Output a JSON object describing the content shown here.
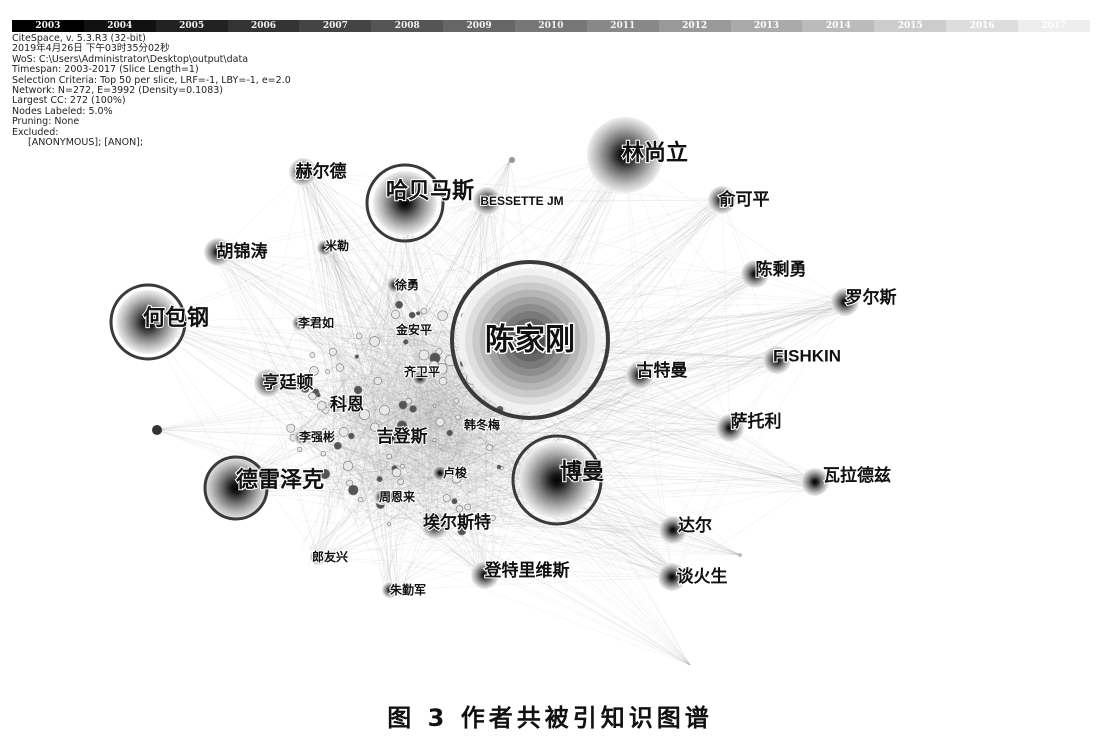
{
  "timeline": {
    "years": [
      "2003",
      "2004",
      "2005",
      "2006",
      "2007",
      "2008",
      "2009",
      "2010",
      "2011",
      "2012",
      "2013",
      "2014",
      "2015",
      "2016",
      "2017"
    ]
  },
  "info": {
    "lines": [
      "CiteSpace, v. 5.3.R3 (32-bit)",
      "2019年4月26日 下午03时35分02秒",
      "WoS: C:\\Users\\Administrator\\Desktop\\output\\data",
      "Timespan: 2003-2017 (Slice Length=1)",
      "Selection Criteria: Top 50 per slice, LRF=-1, LBY=-1, e=2.0",
      "Network: N=272, E=3992 (Density=0.1083)",
      "Largest CC: 272 (100%)",
      "Nodes Labeled: 5.0%",
      "Pruning: None",
      "Excluded:",
      "[ANONYMOUS]; [ANON];"
    ]
  },
  "network": {
    "nodes": [
      {
        "id": "chenjiagang",
        "label": "陈家刚",
        "size": "xl",
        "ring": true,
        "label_size": "xl"
      },
      {
        "id": "linshangli",
        "label": "林尚立",
        "size": "l",
        "ring": false,
        "label_size": "l"
      },
      {
        "id": "boman",
        "label": "博曼",
        "size": "l",
        "ring": true,
        "label_size": "l"
      },
      {
        "id": "habermas",
        "label": "哈贝马斯",
        "size": "m",
        "ring": true,
        "label_size": "l"
      },
      {
        "id": "hebaogang",
        "label": "何包钢",
        "size": "m",
        "ring": true,
        "label_size": "l"
      },
      {
        "id": "dreizek",
        "label": "德雷泽克",
        "size": "m",
        "ring": true,
        "label_size": "l"
      },
      {
        "id": "bessette",
        "label": "BESSETTE JM",
        "size": "s",
        "ring": false,
        "label_size": "s"
      },
      {
        "id": "yukeping",
        "label": "俞可平",
        "size": "s",
        "ring": false,
        "label_size": "m"
      },
      {
        "id": "chenshengyong",
        "label": "陈剩勇",
        "size": "s",
        "ring": false,
        "label_size": "m"
      },
      {
        "id": "rawls",
        "label": "罗尔斯",
        "size": "s",
        "ring": false,
        "label_size": "m"
      },
      {
        "id": "fishkin",
        "label": "FISHKIN",
        "size": "s",
        "ring": false,
        "label_size": "m"
      },
      {
        "id": "gutmann",
        "label": "古特曼",
        "size": "s",
        "ring": false,
        "label_size": "m"
      },
      {
        "id": "sartori",
        "label": "萨托利",
        "size": "s",
        "ring": false,
        "label_size": "m"
      },
      {
        "id": "walzer",
        "label": "瓦拉德兹",
        "size": "s",
        "ring": false,
        "label_size": "m"
      },
      {
        "id": "dahl",
        "label": "达尔",
        "size": "s",
        "ring": false,
        "label_size": "m"
      },
      {
        "id": "tanhuosheng",
        "label": "谈火生",
        "size": "s",
        "ring": false,
        "label_size": "m"
      },
      {
        "id": "dengtelis",
        "label": "登特里维斯",
        "size": "s",
        "ring": false,
        "label_size": "m"
      },
      {
        "id": "elster",
        "label": "埃尔斯特",
        "size": "s",
        "ring": false,
        "label_size": "m"
      },
      {
        "id": "held",
        "label": "赫尔德",
        "size": "s",
        "ring": false,
        "label_size": "m"
      },
      {
        "id": "hujintao",
        "label": "胡锦涛",
        "size": "s",
        "ring": false,
        "label_size": "m"
      },
      {
        "id": "miller",
        "label": "米勒",
        "size": "xs",
        "ring": false,
        "label_size": "s"
      },
      {
        "id": "xuyong",
        "label": "徐勇",
        "size": "xs",
        "ring": false,
        "label_size": "s"
      },
      {
        "id": "lijunru",
        "label": "李君如",
        "size": "xs",
        "ring": false,
        "label_size": "s"
      },
      {
        "id": "jinanping",
        "label": "金安平",
        "size": "xs",
        "ring": false,
        "label_size": "s"
      },
      {
        "id": "huntington",
        "label": "亨廷顿",
        "size": "s",
        "ring": false,
        "label_size": "m"
      },
      {
        "id": "qiweiping",
        "label": "齐卫平",
        "size": "xs",
        "ring": false,
        "label_size": "s"
      },
      {
        "id": "cohen",
        "label": "科恩",
        "size": "xs",
        "ring": false,
        "label_size": "m"
      },
      {
        "id": "liqiangbin",
        "label": "李强彬",
        "size": "xs",
        "ring": false,
        "label_size": "s"
      },
      {
        "id": "giddens",
        "label": "吉登斯",
        "size": "xs",
        "ring": false,
        "label_size": "m"
      },
      {
        "id": "handongmei",
        "label": "韩冬梅",
        "size": "xs",
        "ring": false,
        "label_size": "s"
      },
      {
        "id": "lumei",
        "label": "卢梭",
        "size": "xs",
        "ring": false,
        "label_size": "s"
      },
      {
        "id": "zhouenlai",
        "label": "周恩来",
        "size": "xs",
        "ring": false,
        "label_size": "s"
      },
      {
        "id": "langyouxing",
        "label": "郎友兴",
        "size": "xs",
        "ring": false,
        "label_size": "s"
      },
      {
        "id": "zhuqinjun",
        "label": "朱勤军",
        "size": "xs",
        "ring": false,
        "label_size": "s"
      }
    ]
  },
  "caption": "图 3  作者共被引知识图谱"
}
